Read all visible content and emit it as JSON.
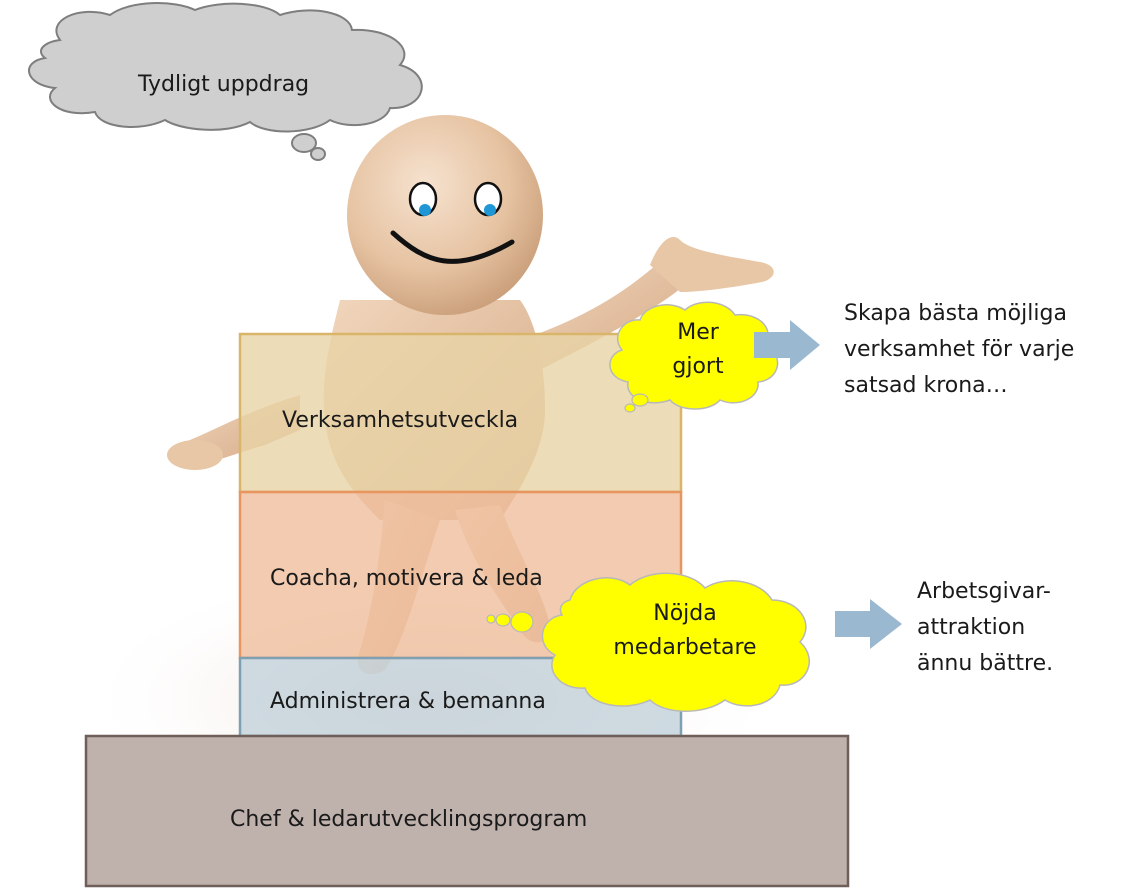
{
  "thought_bubble": {
    "text": "Tydligt uppdrag"
  },
  "layers": [
    {
      "label": "Verksamhetsutveckla",
      "fill": "#e9d3a6",
      "border": "#d9b56a"
    },
    {
      "label": "Coacha, motivera & leda",
      "fill": "#efbf9f",
      "border": "#e8955f"
    },
    {
      "label": "Administrera & bemanna",
      "fill": "#c6d4dc",
      "border": "#7f9fb3"
    }
  ],
  "base": {
    "label": "Chef & ledarutvecklingsprogram",
    "fill": "#bfb1ac",
    "border": "#6f5f58"
  },
  "callouts": [
    {
      "bubble_lines": [
        "Mer",
        "gjort"
      ],
      "result_lines": [
        "Skapa bästa möjliga",
        "verksamhet för varje",
        "satsad krona…"
      ]
    },
    {
      "bubble_lines": [
        "Nöjda",
        "medarbetare"
      ],
      "result_lines": [
        "Arbetsgivar-",
        "attraktion",
        "ännu bättre."
      ]
    }
  ],
  "colors": {
    "highlight_bubble": "#ffff00",
    "arrow": "#9bb8d1",
    "figure_skin": "#e8c7a6"
  }
}
